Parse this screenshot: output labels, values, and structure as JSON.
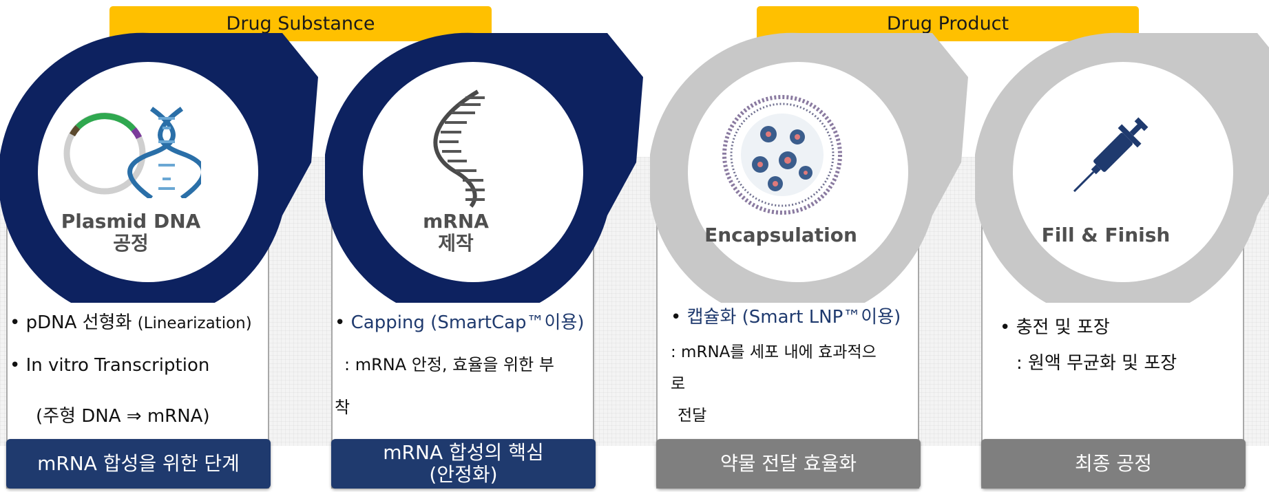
{
  "headers": {
    "drug_substance": "Drug Substance",
    "drug_product": "Drug Product"
  },
  "colors": {
    "navy": "#0d2260",
    "gray": "#c8c8c8",
    "header": "#ffc000",
    "footer_navy": "#1f3a6e",
    "footer_gray": "#7f7f7f",
    "accent_text": "#1f3a6e"
  },
  "steps": [
    {
      "icon": "plasmid-dna-icon",
      "title_line1": "Plasmid DNA",
      "title_line2": "공정",
      "bullet1_text": "pDNA 선형화",
      "bullet1_note": "(Linearization)",
      "bullet2_text": "In vitro Transcription",
      "bullet2_sub": "(주형 DNA ⇒ mRNA)",
      "footer": "mRNA 합성을 위한 단계"
    },
    {
      "icon": "mrna-strand-icon",
      "title_line1": "mRNA",
      "title_line2": "제작",
      "bullet1_text": "Capping (SmartCap™이용)",
      "bullet1_sub": ": mRNA 안정, 효율을 위한 부",
      "bullet1_sub2": "착",
      "footer_line1": "mRNA 합성의 핵심",
      "footer_line2": "(안정화)"
    },
    {
      "icon": "lipid-nanoparticle-icon",
      "title": "Encapsulation",
      "bullet1_text": "캡슐화 (Smart LNP™이용)",
      "bullet1_sub": ": mRNA를 세포 내에 효과적으",
      "bullet1_sub2": "로",
      "bullet1_sub3": "전달",
      "footer": "약물 전달 효율화"
    },
    {
      "icon": "syringe-icon",
      "title": "Fill & Finish",
      "bullet1_text": "충전 및 포장",
      "bullet1_sub": ": 원액 무균화 및 포장",
      "footer": "최종 공정"
    }
  ]
}
